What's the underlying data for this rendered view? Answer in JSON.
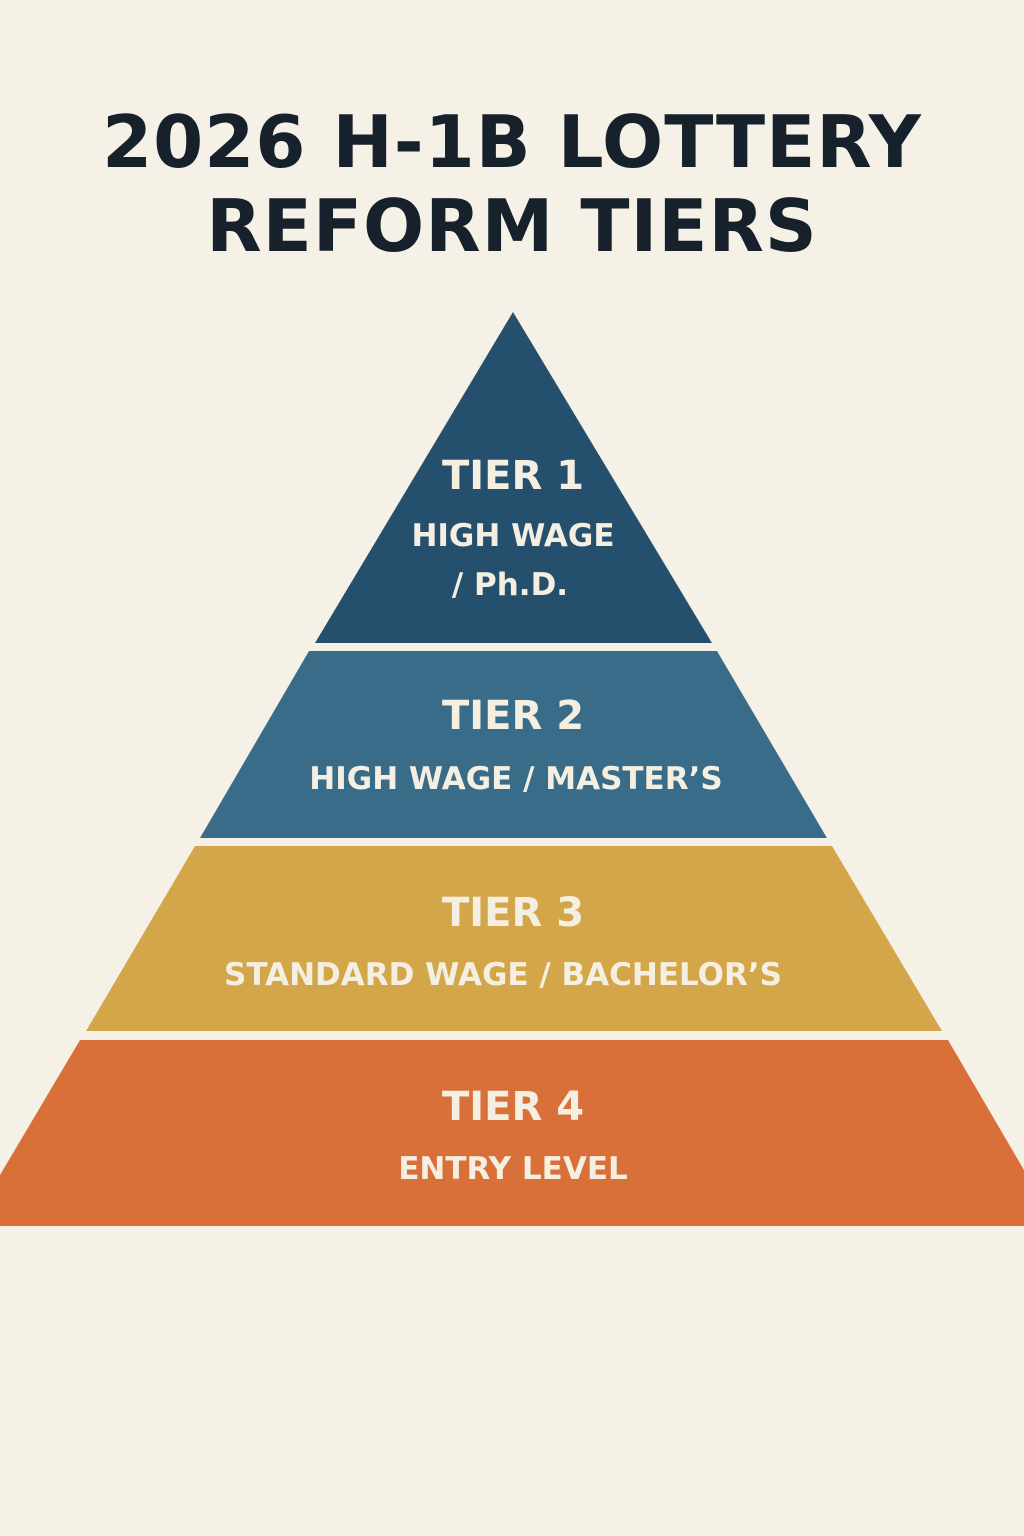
{
  "title": {
    "line1": "2026 H-1B LOTTERY",
    "line2": "REFORM TIERS"
  },
  "tiers": [
    {
      "label": "TIER 1",
      "desc_line1": "HIGH WAGE",
      "desc_line2": "/ Ph.D.",
      "color": "#24506e"
    },
    {
      "label": "TIER 2",
      "desc_line1": "HIGH WAGE / MASTER’S",
      "color": "#386c89"
    },
    {
      "label": "TIER 3",
      "desc_line1": "STANDARD WAGE / BACHELOR’S",
      "color": "#d4a64a"
    },
    {
      "label": "TIER 4",
      "desc_line1": "ENTRY LEVEL",
      "color": "#d9703a"
    }
  ]
}
